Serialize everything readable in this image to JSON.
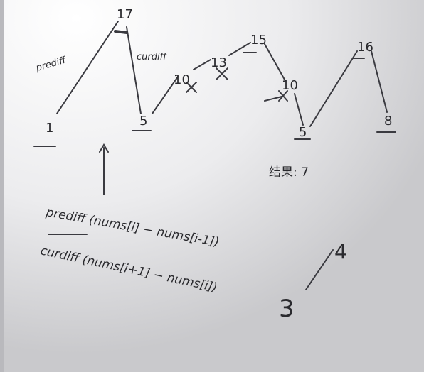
{
  "whiteboard": {
    "peak_labels": {
      "start": "1",
      "p17": "17",
      "p5a": "5",
      "p10a": "10",
      "p13": "13",
      "p15": "15",
      "p10b": "10",
      "p5b": "5",
      "p16": "16",
      "p8": "8"
    },
    "notes": {
      "prediff_short": "prediff",
      "curdiff_short": "curdiff",
      "result": "结果: 7",
      "prediff_formula": "prediff (nums[i] − nums[i-1])",
      "curdiff_formula": "curdiff (nums[i+1] − nums[i])",
      "num_3": "3",
      "num_4": "4"
    }
  }
}
